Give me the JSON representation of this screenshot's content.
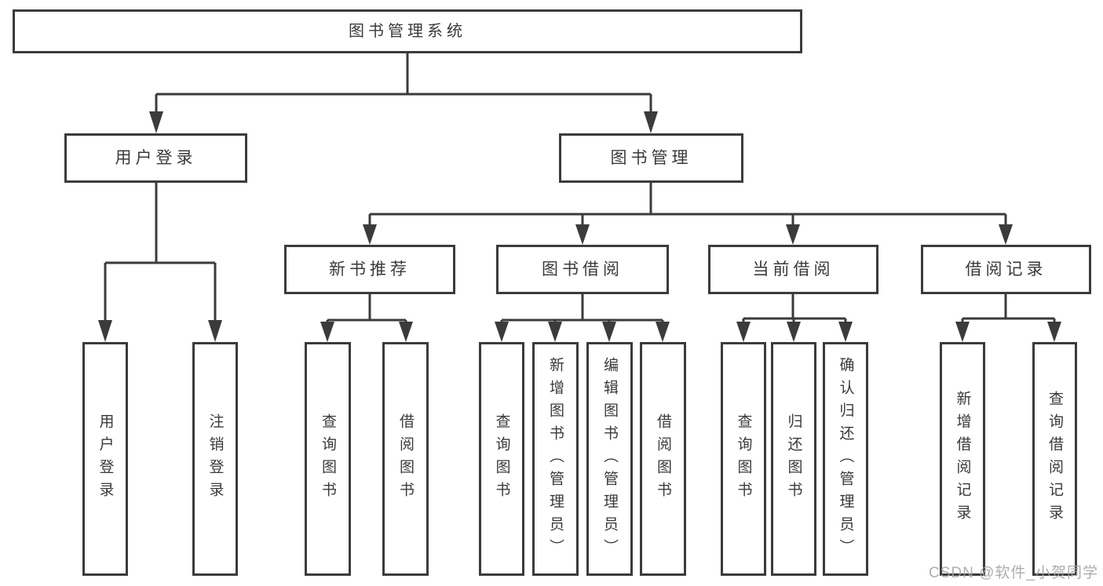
{
  "diagram": {
    "title": "图书管理系统",
    "branches": {
      "user_login": "用户登录",
      "book_mgmt": "图书管理"
    },
    "modules": {
      "new_books": "新书推荐",
      "book_borrow": "图书借阅",
      "current_borrow": "当前借阅",
      "borrow_records": "借阅记录"
    },
    "leaves": {
      "user_login_1": "用户登录",
      "user_login_2": "注销登录",
      "new_books_1": "查询图书",
      "new_books_2": "借阅图书",
      "book_borrow_1": "查询图书",
      "book_borrow_2": "新增图书（管理员）",
      "book_borrow_3": "编辑图书（管理员）",
      "book_borrow_4": "借阅图书",
      "current_borrow_1": "查询图书",
      "current_borrow_2": "归还图书",
      "current_borrow_3": "确认归还（管理员）",
      "borrow_records_1": "新增借阅记录",
      "borrow_records_2": "查询借阅记录"
    }
  },
  "watermark": "CSDN @软件_小贺同学",
  "colors": {
    "line": "#3b3b3b",
    "text": "#3a3a3a",
    "watermark": "#a4a4a4",
    "background": "#ffffff"
  }
}
